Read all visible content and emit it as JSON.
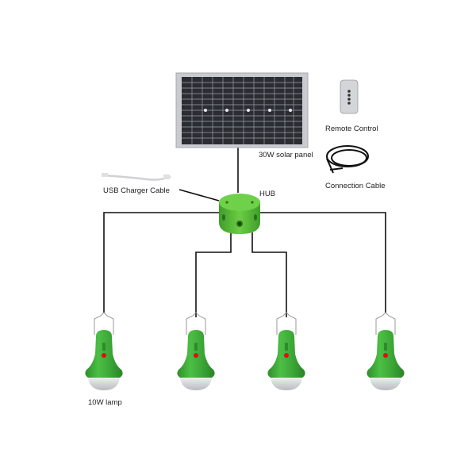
{
  "diagram": {
    "components": {
      "solar_panel": {
        "label": "30W solar panel"
      },
      "remote": {
        "label": "Remote Control"
      },
      "connection_cable": {
        "label": "Connection Cable"
      },
      "usb_cable": {
        "label": "USB Charger Cable"
      },
      "hub": {
        "label": "HUB"
      },
      "lamp": {
        "label": "10W lamp",
        "count": 4
      }
    },
    "colors": {
      "lamp_green": "#3aa335",
      "hub_green": "#5dbf3a",
      "panel_cell": "#2b2d33",
      "panel_frame": "#c9cbd0",
      "wire": "#111111",
      "lamp_button": "#e01010"
    }
  }
}
